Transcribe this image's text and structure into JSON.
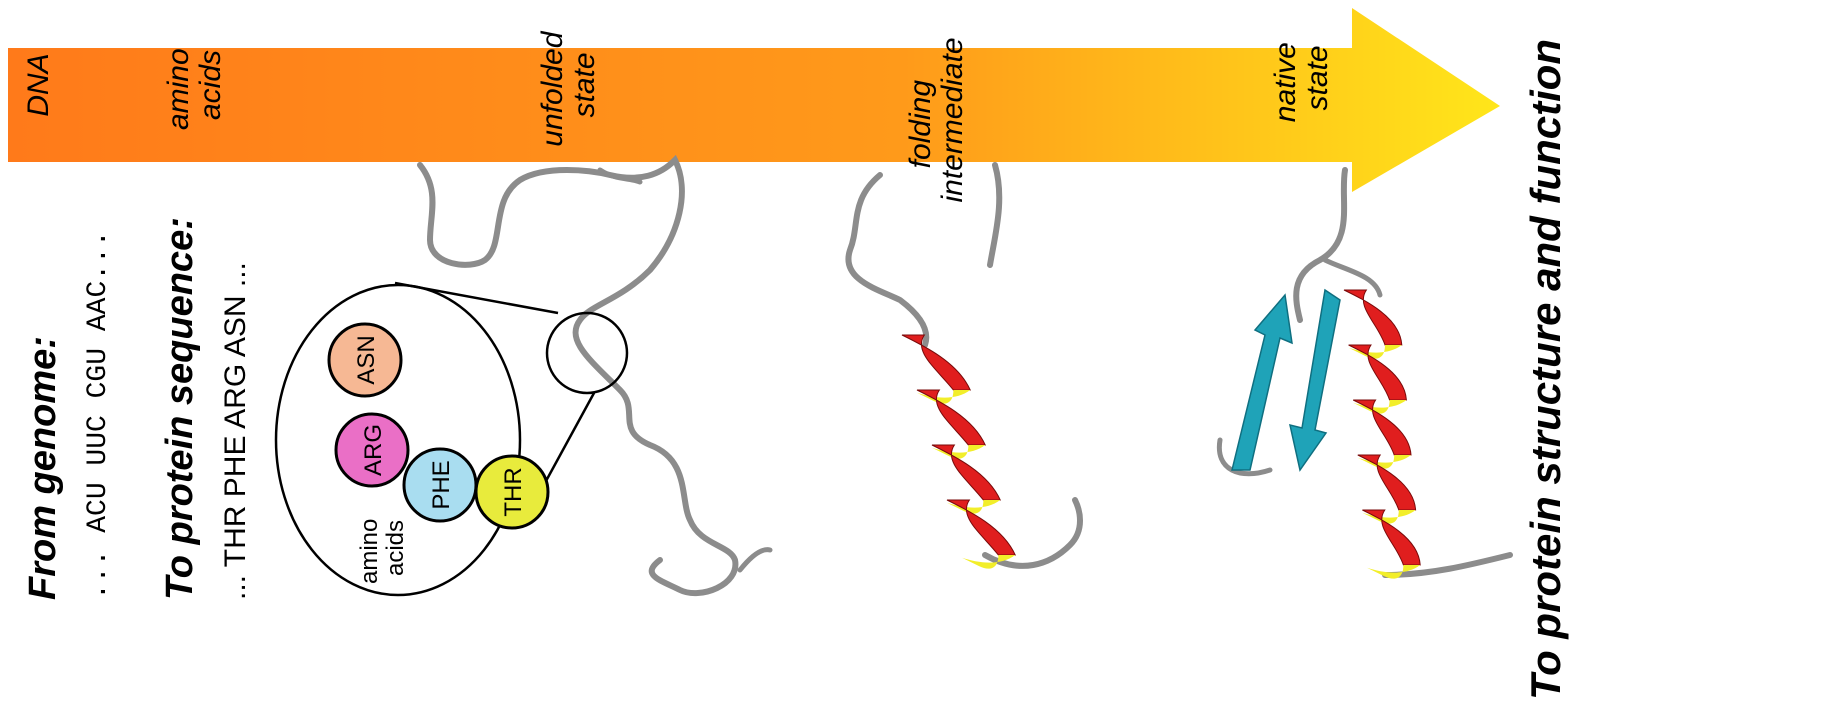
{
  "arrow": {
    "stages": [
      {
        "lines": [
          "DNA"
        ]
      },
      {
        "lines": [
          "amino",
          "acids"
        ]
      },
      {
        "lines": [
          "unfolded",
          "state"
        ]
      },
      {
        "lines": [
          "folding",
          "intermediate"
        ]
      },
      {
        "lines": [
          "native",
          "state"
        ]
      }
    ],
    "colors": {
      "start": "#ff7a1a",
      "mid": "#ff9a1a",
      "end": "#ffe61a"
    }
  },
  "genome": {
    "heading": "From genome:",
    "codons": "... ACU  UUC  CGU  AAC..."
  },
  "sequence": {
    "heading": "To protein sequence:",
    "residues": "... THR  PHE  ARG  ASN ..."
  },
  "inset": {
    "label_lines": [
      "amino",
      "acids"
    ],
    "amino_acids": [
      {
        "name": "ASN",
        "color": "#f6b894"
      },
      {
        "name": "ARG",
        "color": "#ea6fc6"
      },
      {
        "name": "PHE",
        "color": "#a9ddf0"
      },
      {
        "name": "THR",
        "color": "#e8eb3c"
      }
    ]
  },
  "conclusion": "To protein structure and function",
  "colors": {
    "helix_red": "#e01e1e",
    "helix_yellow": "#f2ee2a",
    "strand_teal": "#1fa3b8",
    "coil_gray": "#9a9a9a"
  }
}
